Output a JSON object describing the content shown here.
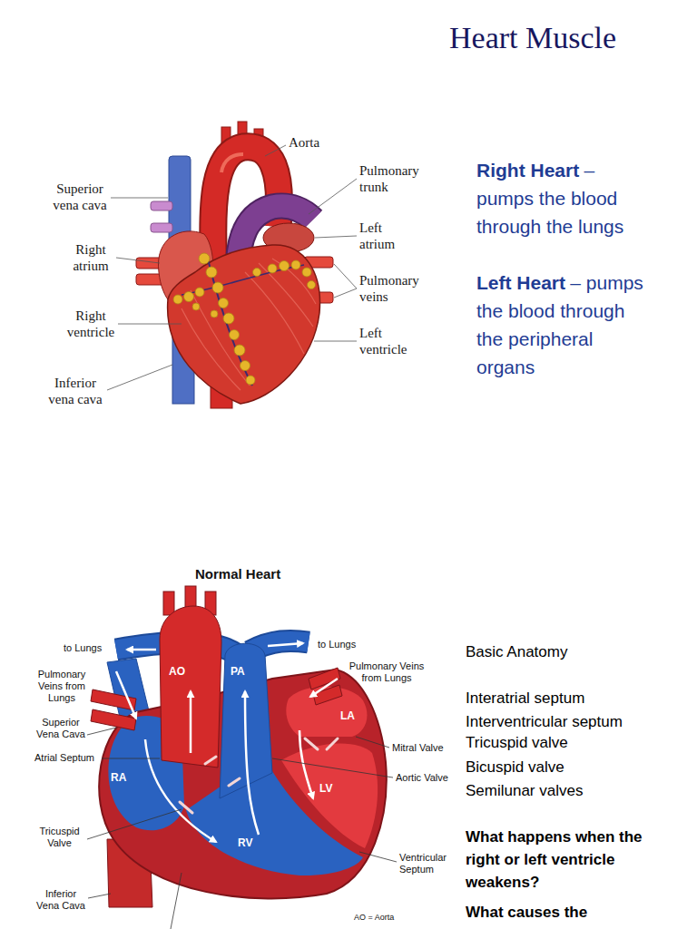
{
  "diagram": {
    "title": "Heart Muscle",
    "labels": [
      "Aorta",
      "Superior vena cava",
      "Right atrium",
      "Right ventricle",
      "Inferior vena cava",
      "Pulmonary trunk",
      "Left atrium",
      "Pulmonary veins",
      "Left ventricle",
      "Right Heart",
      "– pumps the blood through the lungs",
      "Left Heart",
      "– pumps the blood through the peripheral organs",
      "Normal Heart",
      "to Lungs",
      "to Lungs",
      "Pulmonary Veins from Lungs",
      "Pulmonary Veins from Lungs",
      "Superior Vena Cava",
      "Atrial Septum",
      "Tricuspid Valve",
      "Inferior Vena Cava",
      "AO",
      "PA",
      "LA",
      "RA",
      "LV",
      "RV",
      "Mitral Valve",
      "Aortic Valve",
      "Ventricular Septum",
      "AO = Aorta",
      "Basic Anatomy",
      "Interatrial septum",
      "Interventricular septum",
      "Tricuspid valve",
      "Bicuspid valve",
      "Semilunar valves",
      "What happens when the right or left ventricle weakens?",
      "What causes the"
    ]
  }
}
